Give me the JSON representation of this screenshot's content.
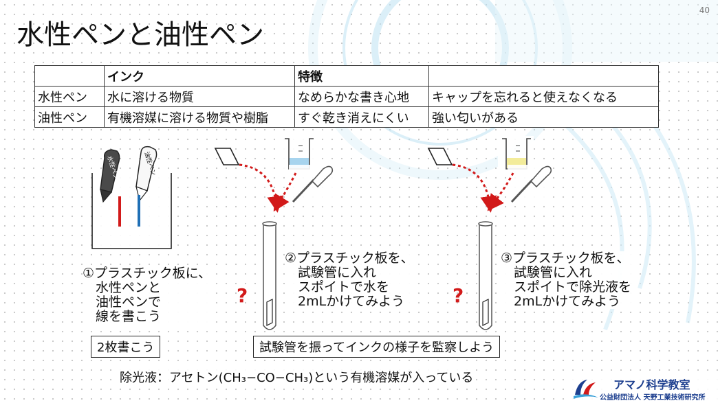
{
  "page_number": "40",
  "title": "水性ペンと油性ペン",
  "table": {
    "header": [
      "",
      "インク",
      "特徴",
      ""
    ],
    "rows": [
      [
        "水性ペン",
        "水に溶ける物質",
        "なめらかな書き心地",
        "キャップを忘れると使えなくなる"
      ],
      [
        "油性ペン",
        "有機溶媒に溶ける物質や樹脂",
        "すぐ乾き消えにくい",
        "強い匂いがある"
      ]
    ]
  },
  "illustration": {
    "pen_left_label": "水性ペン",
    "pen_right_label": "油性ペン",
    "colors": {
      "red": "#d21a1a",
      "blue": "#1f6fb5",
      "water": "#a7d4ee",
      "remover": "#f3ec9a"
    }
  },
  "steps": {
    "step1": "①プラスチック板に、\n　水性ペンと\n　油性ペンで\n　線を書こう",
    "step2": "②プラスチック板を、\n　試験管に入れ\n　スポイトで水を\n　2mLかけてみよう",
    "step3": "③プラスチック板を、\n　試験管に入れ\n　スポイトで除光液を\n　2mLかけてみよう"
  },
  "question_mark": "?",
  "box_write_two": "2枚書こう",
  "box_shake": "試験管を振ってインクの様子を監察しよう",
  "note": "除光液：アセトン(CH₃−CO−CH₃)という有機溶媒が入っている",
  "logo": {
    "name": "アマノ科学教室",
    "org": "公益財団法人 天野工業技術研究所"
  }
}
